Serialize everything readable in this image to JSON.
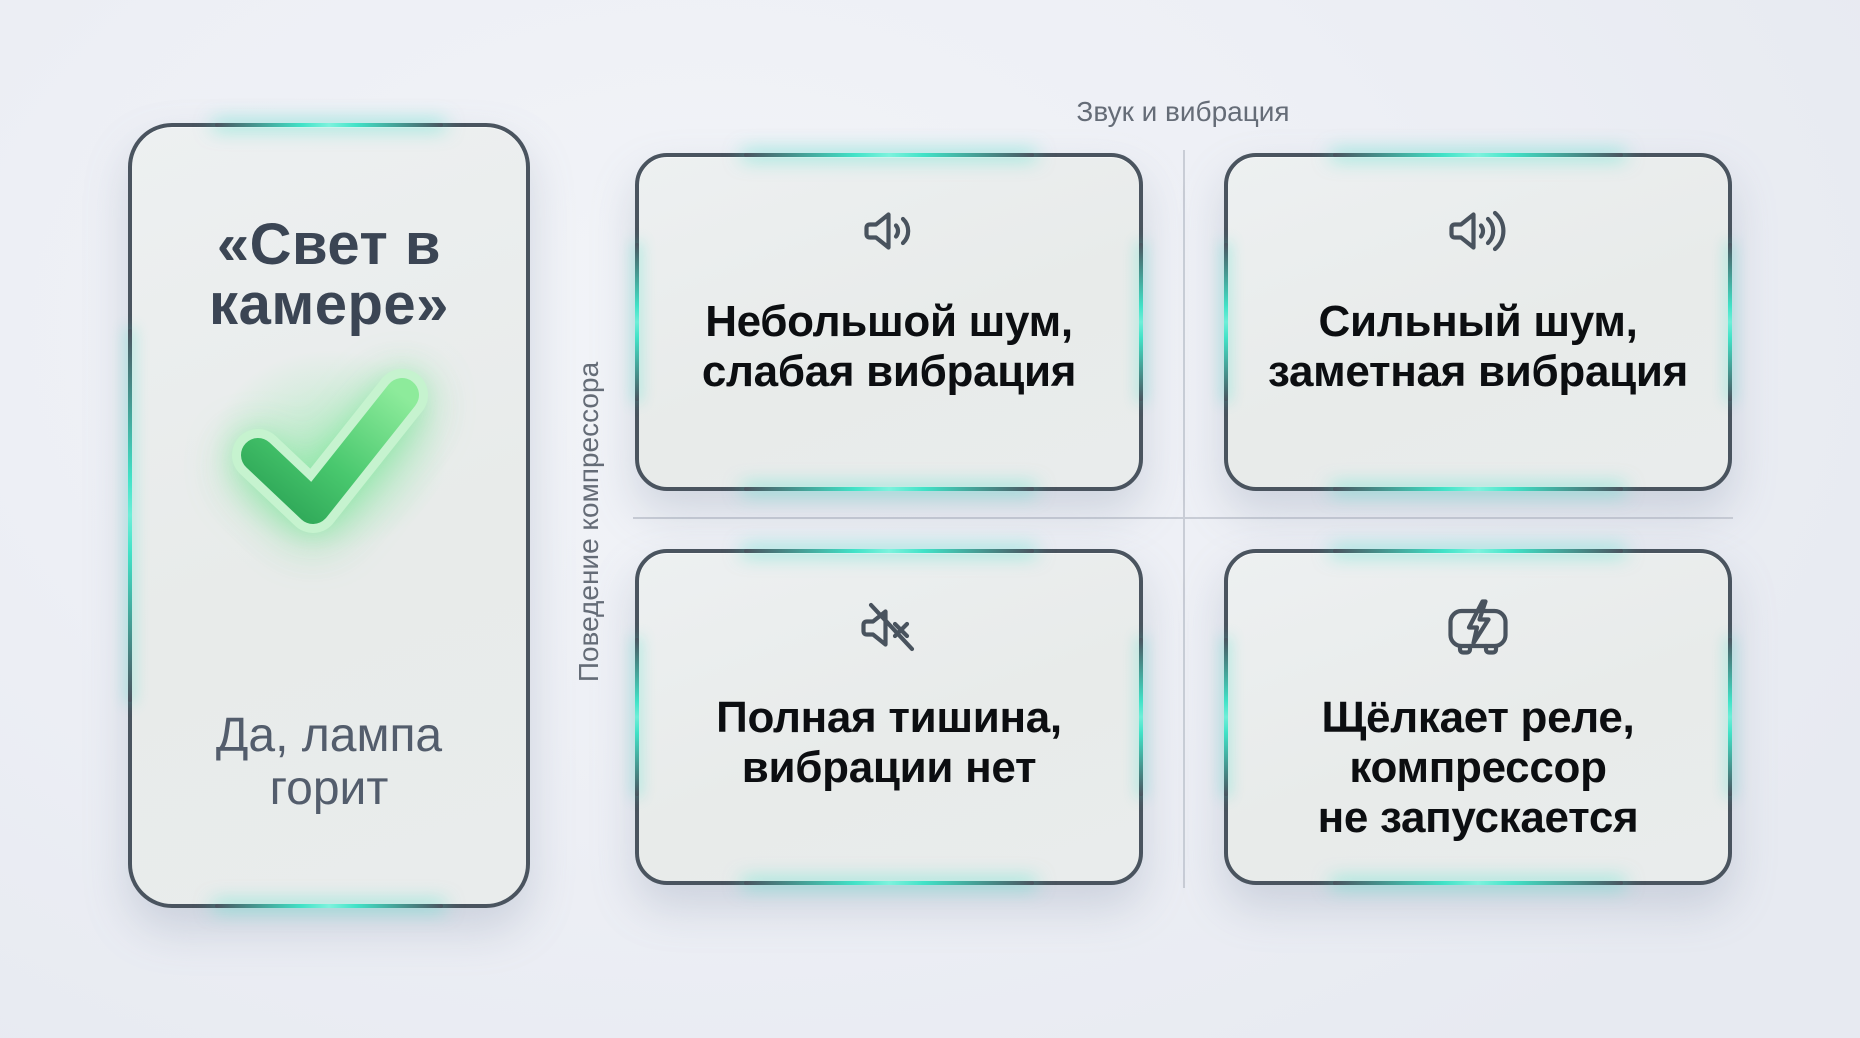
{
  "left_card": {
    "title": "«Свет в\nкамере»",
    "icon": "checkmark-icon",
    "subtitle": "Да, лампа\nгорит"
  },
  "matrix": {
    "x_axis_label": "Звук и вибрация",
    "y_axis_label": "Поведение компрессора",
    "quadrants": [
      {
        "position": "top-left",
        "icon": "volume-medium-icon",
        "text": "Небольшой шум,\nслабая вибрация"
      },
      {
        "position": "top-right",
        "icon": "volume-loud-icon",
        "text": "Сильный шум,\nзаметная вибрация"
      },
      {
        "position": "bottom-left",
        "icon": "volume-muted-icon",
        "text": "Полная тишина,\nвибрации нет"
      },
      {
        "position": "bottom-right",
        "icon": "compressor-relay-icon",
        "text": "Щёлкает реле,\nкомпрессор\nне запускается"
      }
    ]
  },
  "colors": {
    "accent_teal": "#41e2c7",
    "check_green": "#49c86e",
    "card_border": "#4a545f",
    "card_background": "#e8ebea",
    "page_background": "#edeff5",
    "quadrant_text": "#0c0e11",
    "title_text": "#3b4554",
    "subtitle_text": "#535d6c",
    "axis_text": "#656c77"
  }
}
